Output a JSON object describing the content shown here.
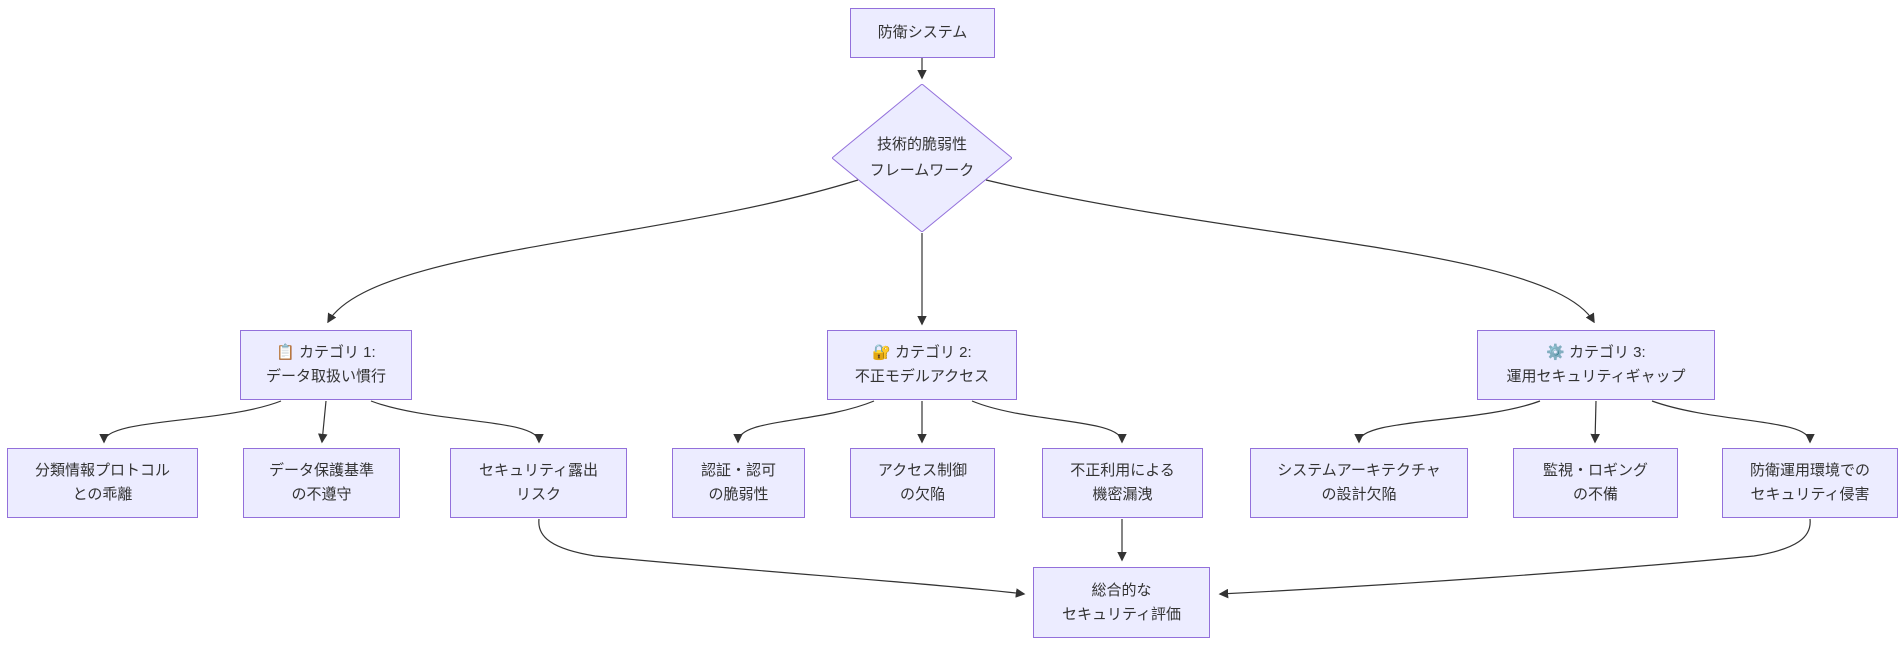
{
  "diagram": {
    "type": "flowchart",
    "direction": "top-down",
    "colors": {
      "node_fill": "#ECECFF",
      "node_border": "#9370DB",
      "text": "#333333",
      "edge": "#333333"
    },
    "nodes": {
      "root": {
        "label": "防衛システム"
      },
      "framework": {
        "shape": "diamond",
        "line1": "技術的脆弱性",
        "line2": "フレームワーク"
      },
      "cat1": {
        "icon": "📋",
        "icon_name": "clipboard-icon",
        "line1": "カテゴリ 1:",
        "line2": "データ取扱い慣行"
      },
      "cat2": {
        "icon": "🔐",
        "icon_name": "lock-with-key-icon",
        "line1": "カテゴリ 2:",
        "line2": "不正モデルアクセス"
      },
      "cat3": {
        "icon": "⚙️",
        "icon_name": "gear-icon",
        "line1": "カテゴリ 3:",
        "line2": "運用セキュリティギャップ"
      },
      "leaf1": {
        "line1": "分類情報プロトコル",
        "line2": "との乖離"
      },
      "leaf2": {
        "line1": "データ保護基準",
        "line2": "の不遵守"
      },
      "leaf3": {
        "line1": "セキュリティ露出",
        "line2": "リスク"
      },
      "leaf4": {
        "line1": "認証・認可",
        "line2": "の脆弱性"
      },
      "leaf5": {
        "line1": "アクセス制御",
        "line2": "の欠陥"
      },
      "leaf6": {
        "line1": "不正利用による",
        "line2": "機密漏洩"
      },
      "leaf7": {
        "line1": "システムアーキテクチャ",
        "line2": "の設計欠陥"
      },
      "leaf8": {
        "line1": "監視・ロギング",
        "line2": "の不備"
      },
      "leaf9": {
        "line1": "防衛運用環境での",
        "line2": "セキュリティ侵害"
      },
      "summary": {
        "line1": "総合的な",
        "line2": "セキュリティ評価"
      }
    },
    "edges": [
      {
        "from": "root",
        "to": "framework"
      },
      {
        "from": "framework",
        "to": "cat1"
      },
      {
        "from": "framework",
        "to": "cat2"
      },
      {
        "from": "framework",
        "to": "cat3"
      },
      {
        "from": "cat1",
        "to": "leaf1"
      },
      {
        "from": "cat1",
        "to": "leaf2"
      },
      {
        "from": "cat1",
        "to": "leaf3"
      },
      {
        "from": "cat2",
        "to": "leaf4"
      },
      {
        "from": "cat2",
        "to": "leaf5"
      },
      {
        "from": "cat2",
        "to": "leaf6"
      },
      {
        "from": "cat3",
        "to": "leaf7"
      },
      {
        "from": "cat3",
        "to": "leaf8"
      },
      {
        "from": "cat3",
        "to": "leaf9"
      },
      {
        "from": "leaf3",
        "to": "summary"
      },
      {
        "from": "leaf6",
        "to": "summary"
      },
      {
        "from": "leaf9",
        "to": "summary"
      }
    ]
  }
}
